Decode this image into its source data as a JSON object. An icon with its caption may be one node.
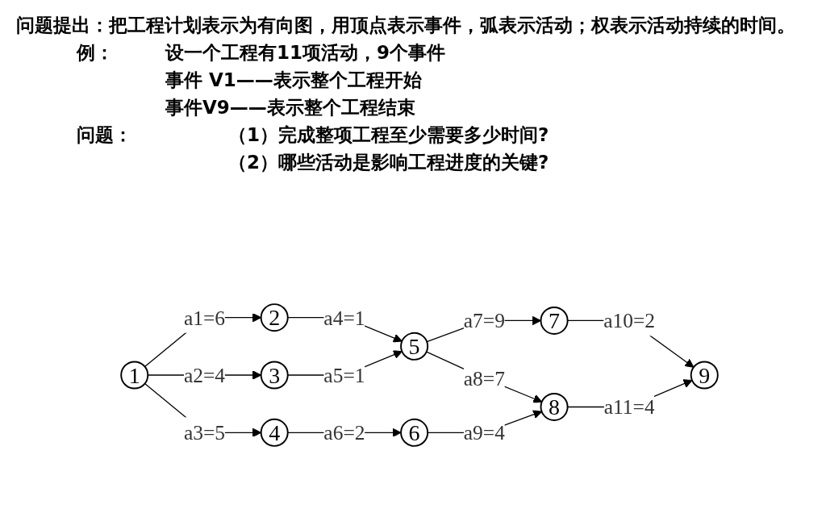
{
  "diagram": {
    "nodes": [
      {
        "text": [
          "1"
        ]
      },
      {
        "text": [
          "2"
        ]
      },
      {
        "text": [
          "3"
        ]
      },
      {
        "text": [
          "4"
        ]
      },
      {
        "text": [
          "5"
        ]
      },
      {
        "text": [
          "6"
        ]
      },
      {
        "text": [
          "7"
        ]
      },
      {
        "text": [
          "8"
        ]
      },
      {
        "text": [
          "9"
        ]
      }
    ],
    "edges": [
      {
        "from": 0,
        "to": 1,
        "arrow": "to",
        "label": "a1=6"
      },
      {
        "from": 0,
        "to": 2,
        "arrow": "to",
        "label": "a2=4"
      },
      {
        "from": 0,
        "to": 3,
        "arrow": "to",
        "label": "a3=5"
      },
      {
        "from": 1,
        "to": 4,
        "arrow": "to",
        "label": "a4=1"
      },
      {
        "from": 2,
        "to": 4,
        "arrow": "to",
        "label": "a5=1"
      },
      {
        "from": 3,
        "to": 5,
        "arrow": "to",
        "label": "a6=2"
      },
      {
        "from": 4,
        "to": 6,
        "arrow": "to",
        "label": "a7=9"
      },
      {
        "from": 4,
        "to": 7,
        "arrow": "to",
        "label": "a8=7"
      },
      {
        "from": 5,
        "to": 7,
        "arrow": "to",
        "label": "a9=4"
      },
      {
        "from": 6,
        "to": 8,
        "arrow": "to",
        "label": "a10=2"
      },
      {
        "from": 7,
        "to": 8,
        "arrow": "to",
        "label": "a11=4"
      }
    ],
    "labels": [
      "问题提出：把工程计划表示为有向图，用顶点表示事件，弧表示活动；权表示活动持续的时间。",
      "例：",
      "设一个工程有11项活动，9个事件",
      "事件 V1——表示整个工程开始",
      "事件V9——表示整个工程结束",
      "问题：",
      "（1）完成整项工程至少需要多少时间?",
      "（2）哪些活动是影响工程进度的关键?"
    ]
  }
}
